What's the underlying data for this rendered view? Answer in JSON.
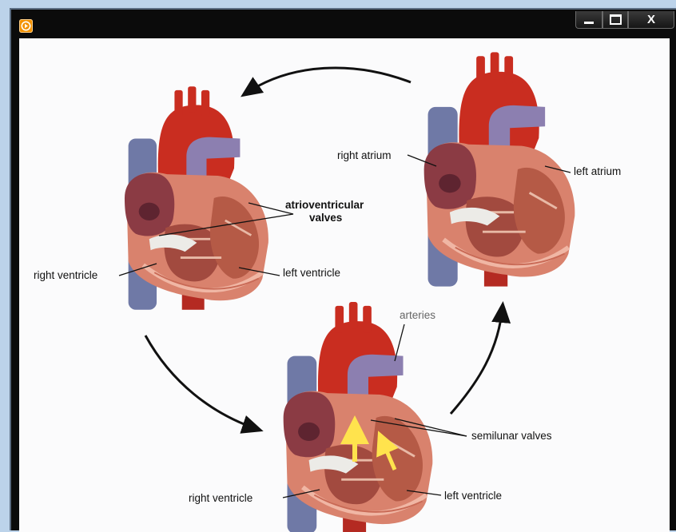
{
  "window": {
    "app_icon": "media-player-icon",
    "minimize_icon": "minimize-icon",
    "maximize_icon": "maximize-icon",
    "close_label": "X"
  },
  "labels": {
    "atrioventricular": "atrioventricular",
    "valves": "valves",
    "right_ventricle_top": "right ventricle",
    "left_ventricle_top": "left ventricle",
    "right_atrium": "right atrium",
    "left_atrium": "left atrium",
    "arteries": "arteries",
    "semilunar_valves": "semilunar valves",
    "right_ventricle_bottom": "right ventricle",
    "left_ventricle_bottom": "left ventricle"
  },
  "colors": {
    "aorta": "#c92d20",
    "vena_cava": "#6f79a6",
    "pulmonary": "#8c7fb0",
    "muscle": "#d9826d",
    "chamber": "#8b3b44",
    "arrow": "#ffe34d"
  }
}
